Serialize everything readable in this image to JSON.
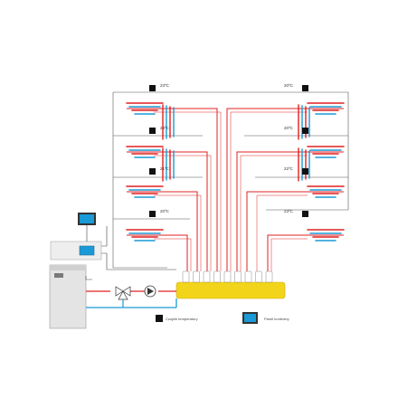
{
  "colors": {
    "supply": "#e02020",
    "return": "#1a9ad6",
    "manifold": "#f2d51a",
    "sensor": "#111111",
    "panel_frame": "#333333",
    "panel_screen": "#1a9ad6",
    "wire": "#444444",
    "boiler": "#e4e4e4"
  },
  "rooms": {
    "left": [
      {
        "temperature": "23ºC"
      },
      {
        "temperature": "23ºC"
      },
      {
        "temperature": "21ºC"
      },
      {
        "temperature": "20ºC"
      }
    ],
    "right": [
      {
        "temperature": "20ºC"
      },
      {
        "temperature": "20ºC"
      },
      {
        "temperature": "22ºC"
      },
      {
        "temperature": "23ºC"
      }
    ]
  },
  "legend": {
    "sensor_label": "Czujnik temperatury",
    "panel_label": "Panel kontrolny"
  }
}
